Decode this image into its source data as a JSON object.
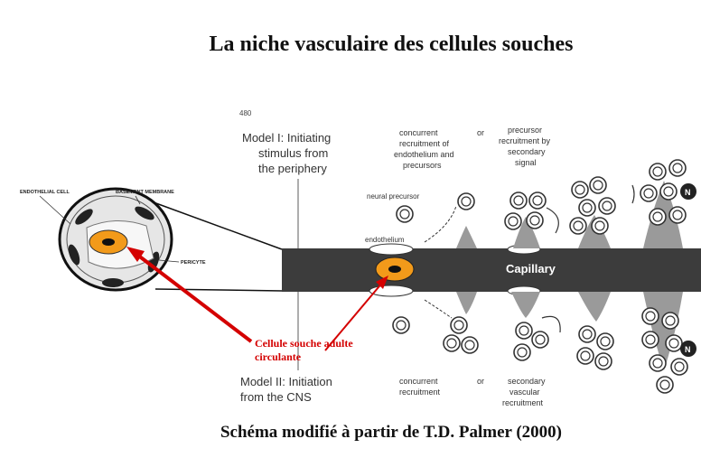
{
  "title": "La niche vasculaire des cellules souches",
  "caption": "Schéma modifié à partir de T.D. Palmer (2000)",
  "page_number": "480",
  "colors": {
    "accent_red": "#d40000",
    "stem_cell_orange": "#f29a1a",
    "capillary": "#3c3c3c"
  },
  "labels": {
    "endothelial_cell": "ENDOTHELIAL CELL",
    "basement_membrane": "BASEMENT MEMBRANE",
    "pericyte": "PERICYTE",
    "model1_line1": "Model I:  Initiating",
    "model1_line2": "stimulus from",
    "model1_line3": "the periphery",
    "model2_line1": "Model II:  Initiation",
    "model2_line2": "from the CNS",
    "top_concurrent_1": "concurrent",
    "top_concurrent_2": "recruitment of",
    "top_concurrent_3": "endothelium and",
    "top_concurrent_4": "precursors",
    "or_top": "or",
    "top_precursor_1": "precursor",
    "top_precursor_2": "recruitment by",
    "top_precursor_3": "secondary",
    "top_precursor_4": "signal",
    "neural_precursor": "neural precursor",
    "endothelium": "endothelium",
    "capillary": "Capillary",
    "bottom_concurrent_1": "concurrent",
    "bottom_concurrent_2": "recruitment",
    "or_bottom": "or",
    "bottom_secondary_1": "secondary",
    "bottom_secondary_2": "vascular",
    "bottom_secondary_3": "recruitment",
    "neuron_marker": "N",
    "stem_cell_1": "Cellule souche adulte",
    "stem_cell_2": "circulante"
  }
}
